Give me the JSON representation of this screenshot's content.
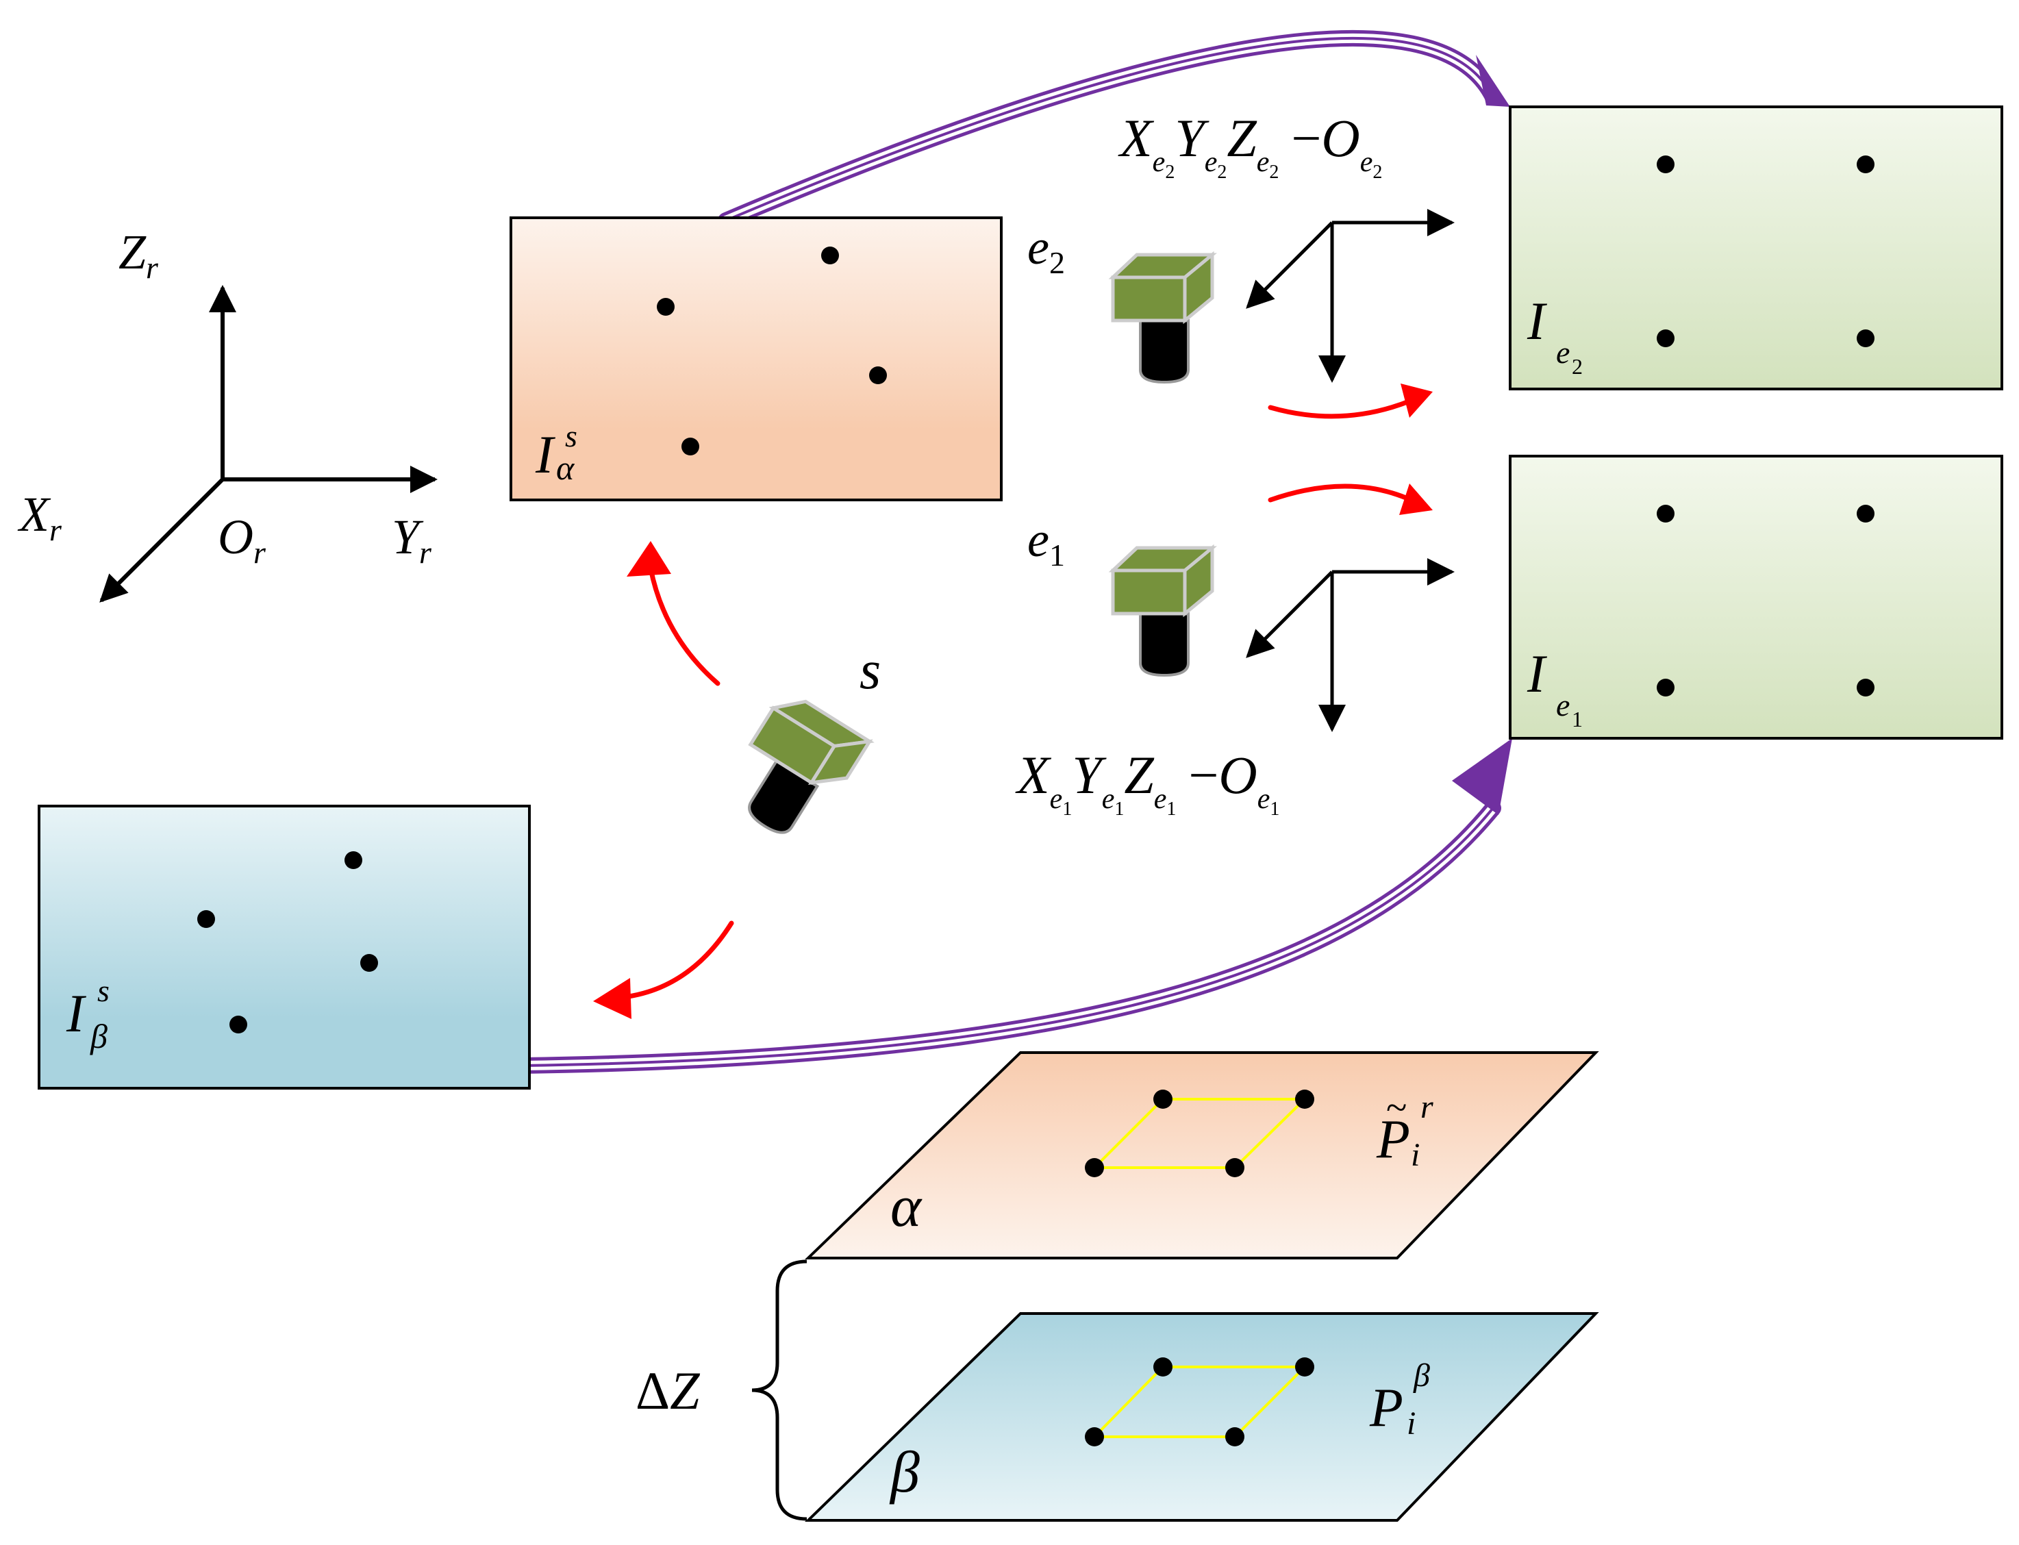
{
  "colors": {
    "ink": "#000000",
    "red_arrow": "#ff0000",
    "purple_arrow": "#7030a0",
    "camera_green": "#76923c",
    "quad_yellow": "#ffff00",
    "alpha_fill_dark": "#f8cbad",
    "alpha_fill_light": "#fdf3ec",
    "beta_fill_dark": "#a9d3df",
    "beta_fill_light": "#e8f4f7",
    "green_fill_dark": "#d3e2bd",
    "green_fill_light": "#f3f8ec"
  },
  "frame_r": {
    "Z": "Z",
    "X": "X",
    "Y": "Y",
    "O": "O",
    "sub": "r"
  },
  "image_alpha": {
    "main": "I",
    "sup": "s",
    "sub": "α"
  },
  "image_beta": {
    "main": "I",
    "sup": "s",
    "sub": "β"
  },
  "image_e2": {
    "main": "I",
    "sub": "e",
    "subsub": "2"
  },
  "image_e1": {
    "main": "I",
    "sub": "e",
    "subsub": "1"
  },
  "camera_e2": {
    "main": "e",
    "sub": "2"
  },
  "camera_e1": {
    "main": "e",
    "sub": "1"
  },
  "camera_s": {
    "label": "s"
  },
  "frame_e2": {
    "X": "X",
    "Y": "Y",
    "Z": "Z",
    "minus": "−",
    "O": "O",
    "sub": "e",
    "idx": "2"
  },
  "frame_e1": {
    "X": "X",
    "Y": "Y",
    "Z": "Z",
    "minus": "−",
    "O": "O",
    "sub": "e",
    "idx": "1"
  },
  "plane_alpha": {
    "label": "α",
    "point_main": "P",
    "point_tilde": "~",
    "point_sup": "r",
    "point_sub": "i"
  },
  "plane_beta": {
    "label": "β",
    "point_main": "P",
    "point_sup": "β",
    "point_sub": "i"
  },
  "delta_z": {
    "delta": "Δ",
    "Z": "Z"
  }
}
